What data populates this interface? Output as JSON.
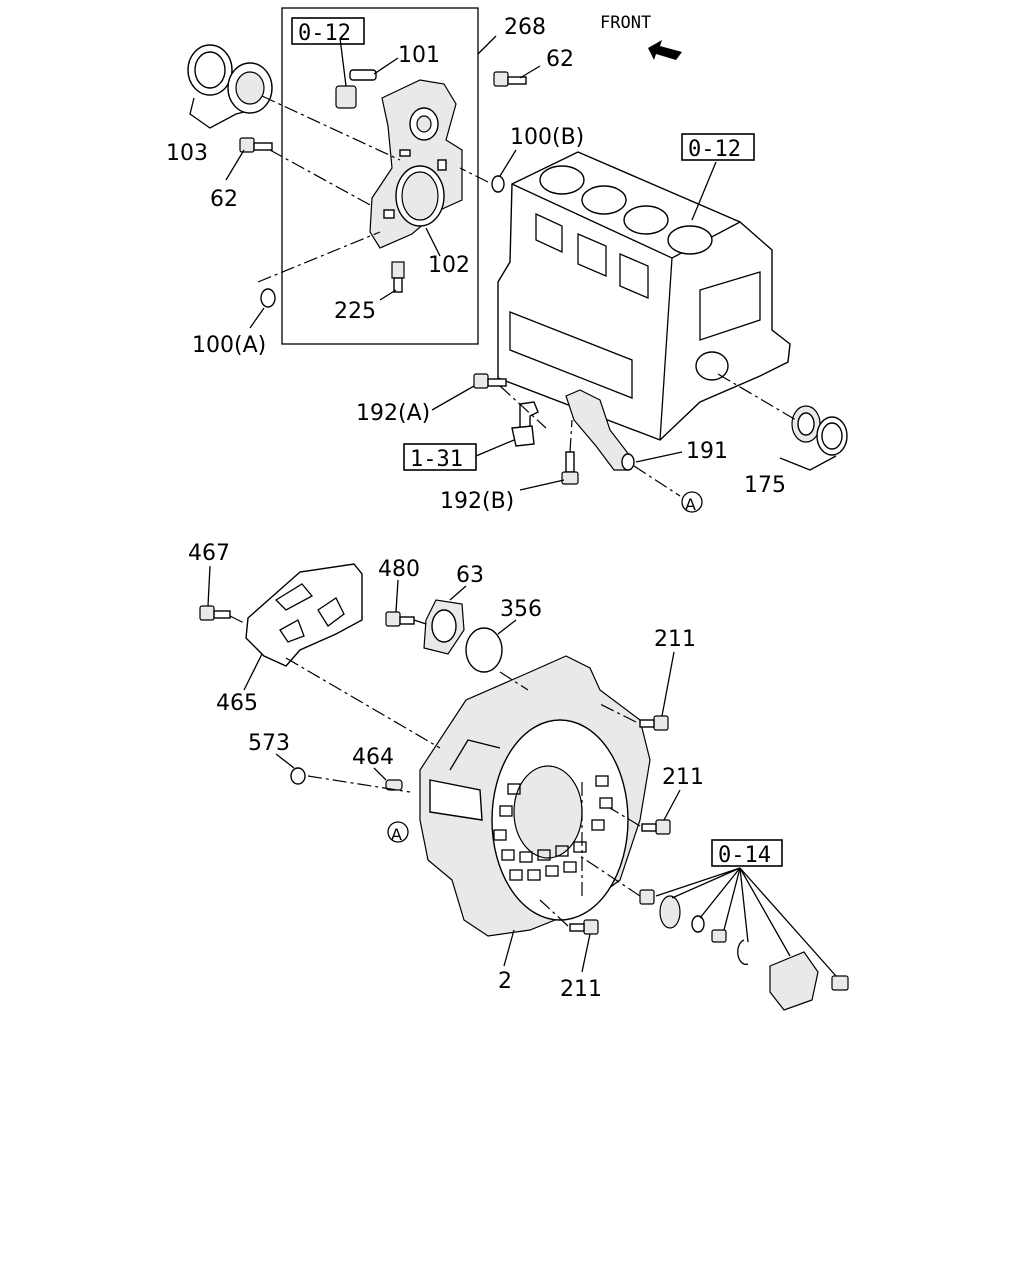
{
  "front_label": "FRONT",
  "refs": {
    "r_0_12_a": "0-12",
    "r_0_12_b": "0-12",
    "r_1_31": "1-31",
    "r_0_14": "0-14"
  },
  "callouts": {
    "c268": "268",
    "c101": "101",
    "c62a": "62",
    "c103": "103",
    "c62b": "62",
    "c100b": "100(B)",
    "c102": "102",
    "c225": "225",
    "c100a": "100(A)",
    "c192a": "192(A)",
    "c191": "191",
    "c192b": "192(B)",
    "c175": "175",
    "cA1": "A",
    "c467": "467",
    "c480": "480",
    "c63": "63",
    "c356": "356",
    "c211a": "211",
    "c465": "465",
    "c573": "573",
    "c464": "464",
    "c211b": "211",
    "cA2": "A",
    "c2": "2",
    "c211c": "211"
  }
}
